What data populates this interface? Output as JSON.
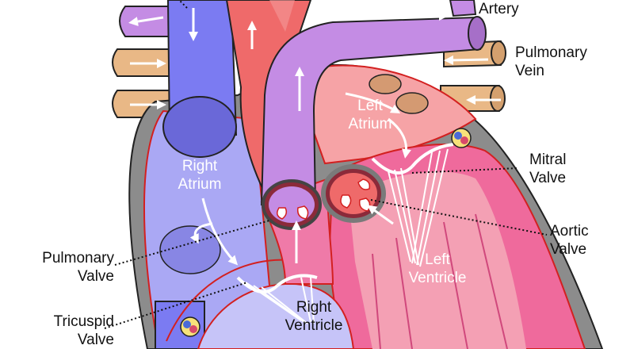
{
  "labels": {
    "pulmonary_artery": {
      "line2": "Artery"
    },
    "pulmonary_vein": {
      "line1": "Pulmonary",
      "line2": "Vein"
    },
    "left_atrium": {
      "line1": "Left",
      "line2": "Atrium"
    },
    "right_atrium": {
      "line1": "Right",
      "line2": "Atrium"
    },
    "mitral_valve": {
      "line1": "Mitral",
      "line2": "Valve"
    },
    "aortic_valve": {
      "line1": "Aortic",
      "line2": "Valve"
    },
    "pulmonary_valve": {
      "line1": "Pulmonary",
      "line2": "Valve"
    },
    "left_ventricle": {
      "line1": "Left",
      "line2": "Ventricle"
    },
    "right_ventricle": {
      "line1": "Right",
      "line2": "Ventricle"
    },
    "tricuspid_valve": {
      "line1": "Tricuspid",
      "line2": "Valve"
    }
  },
  "colors": {
    "deoxygenated_vessel": "#7b7bf2",
    "deoxygenated_chamber": "#aaa8f4",
    "oxygenated_vessel": "#ef6a6a",
    "left_atrium_chamber": "#f6a3a6",
    "left_ventricle_muscle": "#ef6a9c",
    "pulmonary_artery": "#c48ce4",
    "pulmonary_vein": "#e9b886",
    "heart_wall": "#8c8c8c",
    "valve_fill": "#ffffff"
  }
}
